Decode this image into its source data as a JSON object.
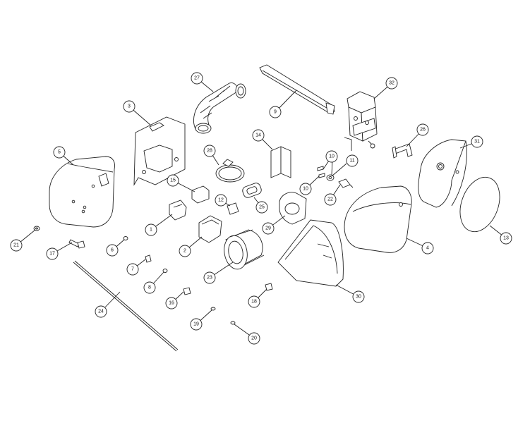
{
  "diagram": {
    "callouts": [
      {
        "label": "1"
      },
      {
        "label": "2"
      },
      {
        "label": "3"
      },
      {
        "label": "4"
      },
      {
        "label": "5"
      },
      {
        "label": "6"
      },
      {
        "label": "7"
      },
      {
        "label": "8"
      },
      {
        "label": "9"
      },
      {
        "label": "10"
      },
      {
        "label": "10"
      },
      {
        "label": "11"
      },
      {
        "label": "12"
      },
      {
        "label": "13"
      },
      {
        "label": "14"
      },
      {
        "label": "15"
      },
      {
        "label": "16"
      },
      {
        "label": "17"
      },
      {
        "label": "18"
      },
      {
        "label": "19"
      },
      {
        "label": "20"
      },
      {
        "label": "21"
      },
      {
        "label": "22"
      },
      {
        "label": "23"
      },
      {
        "label": "24"
      },
      {
        "label": "25"
      },
      {
        "label": "26"
      },
      {
        "label": "27"
      },
      {
        "label": "28"
      },
      {
        "label": "29"
      },
      {
        "label": "30"
      },
      {
        "label": "31"
      },
      {
        "label": "32"
      }
    ]
  }
}
